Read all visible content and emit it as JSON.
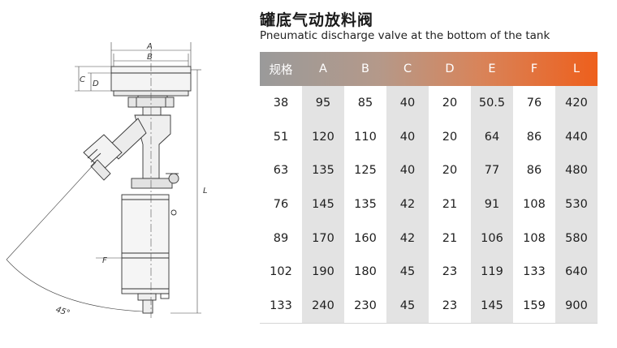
{
  "title_cn": "罐底气动放料阀",
  "title_en": "Pneumatic discharge valve at the bottom of the tank",
  "drawing": {
    "dim_labels": [
      "A",
      "B",
      "C",
      "D",
      "F",
      "L",
      "45°"
    ]
  },
  "table": {
    "headers": [
      "规格",
      "A",
      "B",
      "C",
      "D",
      "E",
      "F",
      "L"
    ],
    "rows": [
      [
        "38",
        "95",
        "85",
        "40",
        "20",
        "50.5",
        "76",
        "420"
      ],
      [
        "51",
        "120",
        "110",
        "40",
        "20",
        "64",
        "86",
        "440"
      ],
      [
        "63",
        "135",
        "125",
        "40",
        "20",
        "77",
        "86",
        "480"
      ],
      [
        "76",
        "145",
        "135",
        "42",
        "21",
        "91",
        "108",
        "530"
      ],
      [
        "89",
        "170",
        "160",
        "42",
        "21",
        "106",
        "108",
        "580"
      ],
      [
        "102",
        "190",
        "180",
        "45",
        "23",
        "119",
        "133",
        "640"
      ],
      [
        "133",
        "240",
        "230",
        "45",
        "23",
        "145",
        "159",
        "900"
      ]
    ]
  },
  "colors": {
    "header_start": "#9a9a9a",
    "header_end": "#ee5f1c",
    "shade": "#e3e3e3"
  }
}
